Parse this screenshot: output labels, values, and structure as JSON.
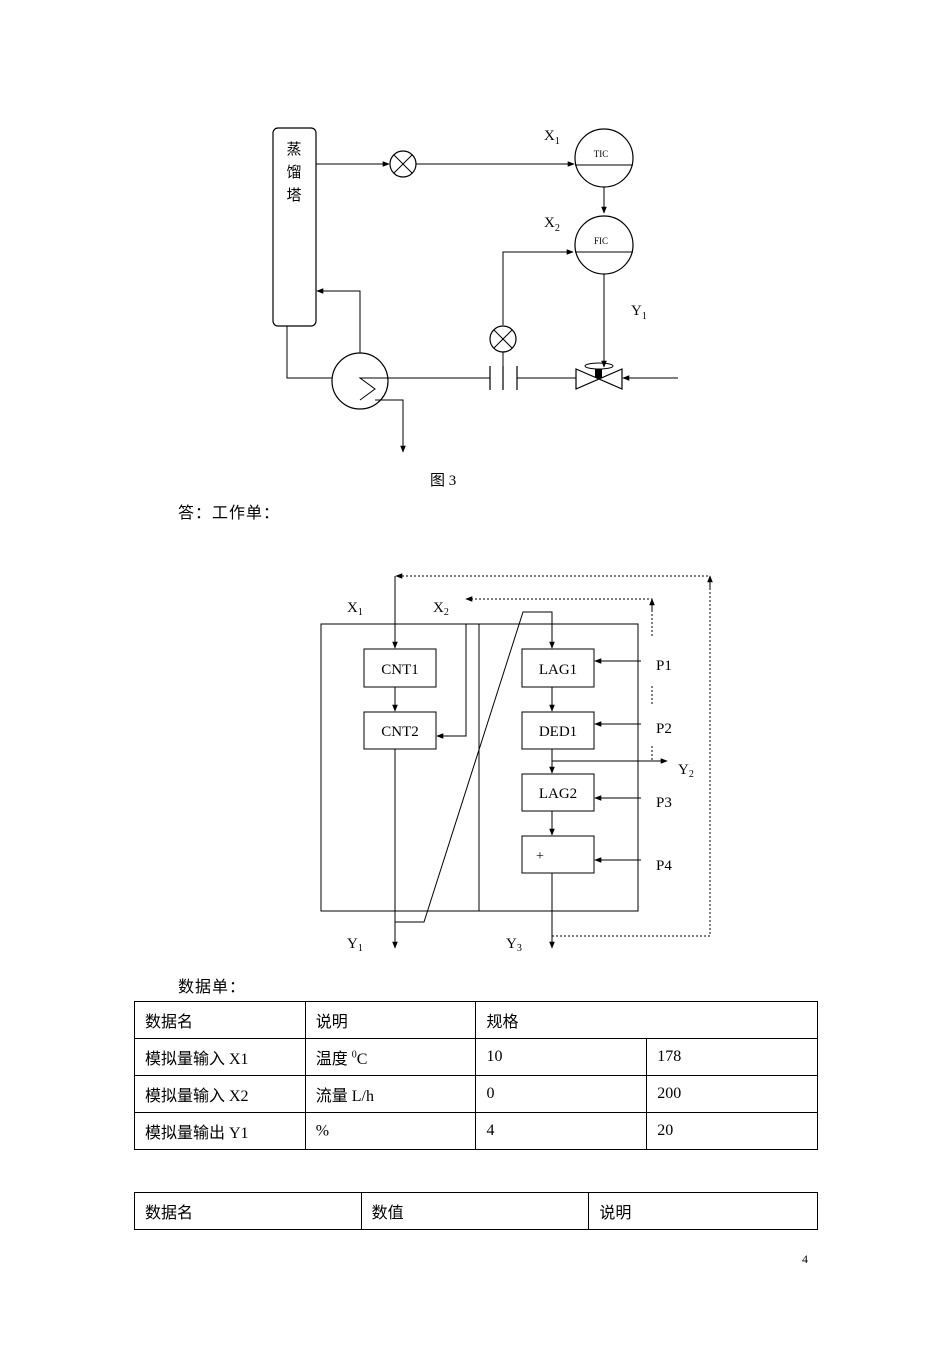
{
  "figure3": {
    "tower_label": [
      "蒸",
      "馏",
      "塔"
    ],
    "tic_label": "TIC",
    "fic_label": "FIC",
    "x1": "X",
    "x1_sub": "1",
    "x2": "X",
    "x2_sub": "2",
    "y1": "Y",
    "y1_sub": "1",
    "caption": "图 3"
  },
  "answer_label": "答：工作单：",
  "worksheet": {
    "x1": "X",
    "x1_sub": "1",
    "x2": "X",
    "x2_sub": "2",
    "y1": "Y",
    "y1_sub": "1",
    "y2": "Y",
    "y2_sub": "2",
    "y3": "Y",
    "y3_sub": "3",
    "blocks": [
      "CNT1",
      "CNT2",
      "LAG1",
      "DED1",
      "LAG2",
      "+"
    ],
    "params": [
      "P1",
      "P2",
      "P3",
      "P4"
    ]
  },
  "data_sheet_label": "数据单：",
  "table1": {
    "headers": [
      "数据名",
      "说明",
      "规格"
    ],
    "rows": [
      {
        "name": "模拟量输入 X1",
        "desc": "温度 ",
        "desc_sup": "0",
        "desc_tail": "C",
        "low": "10",
        "high": "178"
      },
      {
        "name": "模拟量输入 X2",
        "desc": "流量 L/h",
        "desc_sup": "",
        "desc_tail": "",
        "low": "0",
        "high": "200"
      },
      {
        "name": "模拟量输出 Y1",
        "desc": "%",
        "desc_sup": "",
        "desc_tail": "",
        "low": "4",
        "high": "20"
      }
    ]
  },
  "table2": {
    "headers": [
      "数据名",
      "数值",
      "说明"
    ]
  },
  "page_number": "4"
}
